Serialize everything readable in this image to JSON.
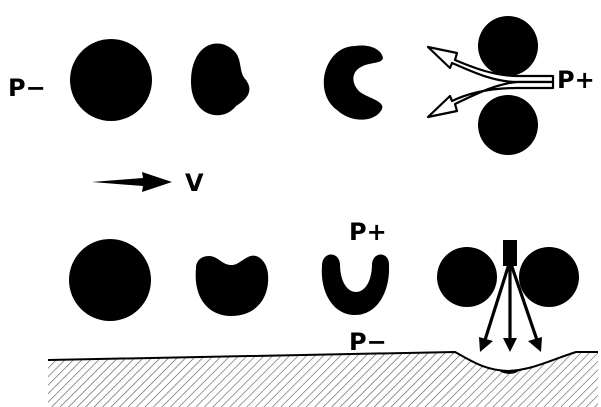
{
  "labels": {
    "top_left": "P−",
    "top_right": "P+",
    "velocity": "V",
    "bottom_top": "P+",
    "bottom_bottom": "P−"
  },
  "colors": {
    "ink": "#000000",
    "background": "#ffffff",
    "hatch": "#555555"
  }
}
